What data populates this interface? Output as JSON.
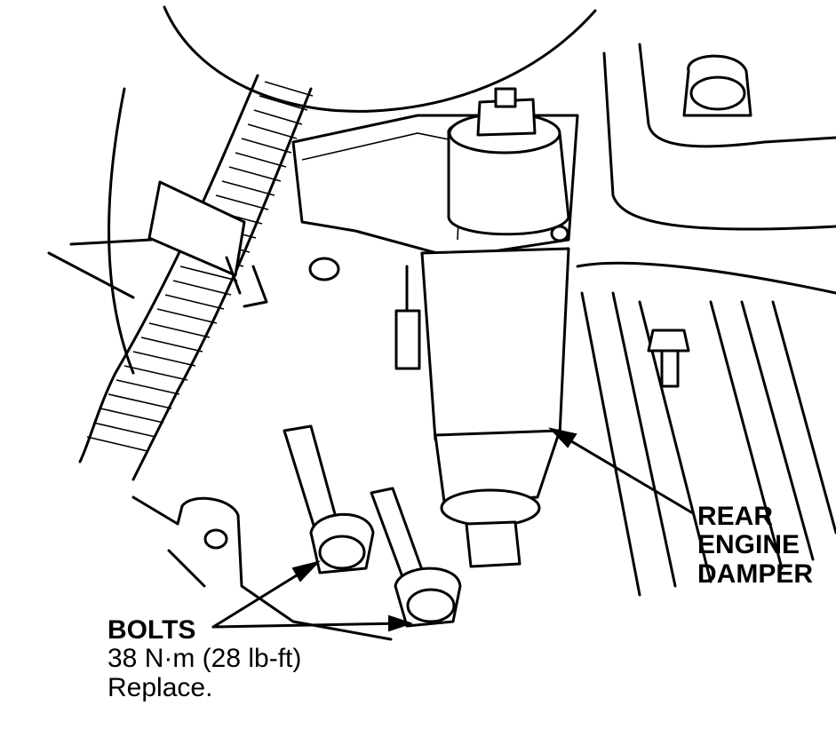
{
  "callouts": {
    "damper": {
      "lines": [
        "REAR",
        "ENGINE",
        "DAMPER"
      ]
    },
    "bolts": {
      "title": "BOLTS",
      "torque": "38 N·m (28 lb-ft)",
      "note": "Replace."
    }
  },
  "colors": {
    "ink": "#000000",
    "paper": "#ffffff"
  }
}
